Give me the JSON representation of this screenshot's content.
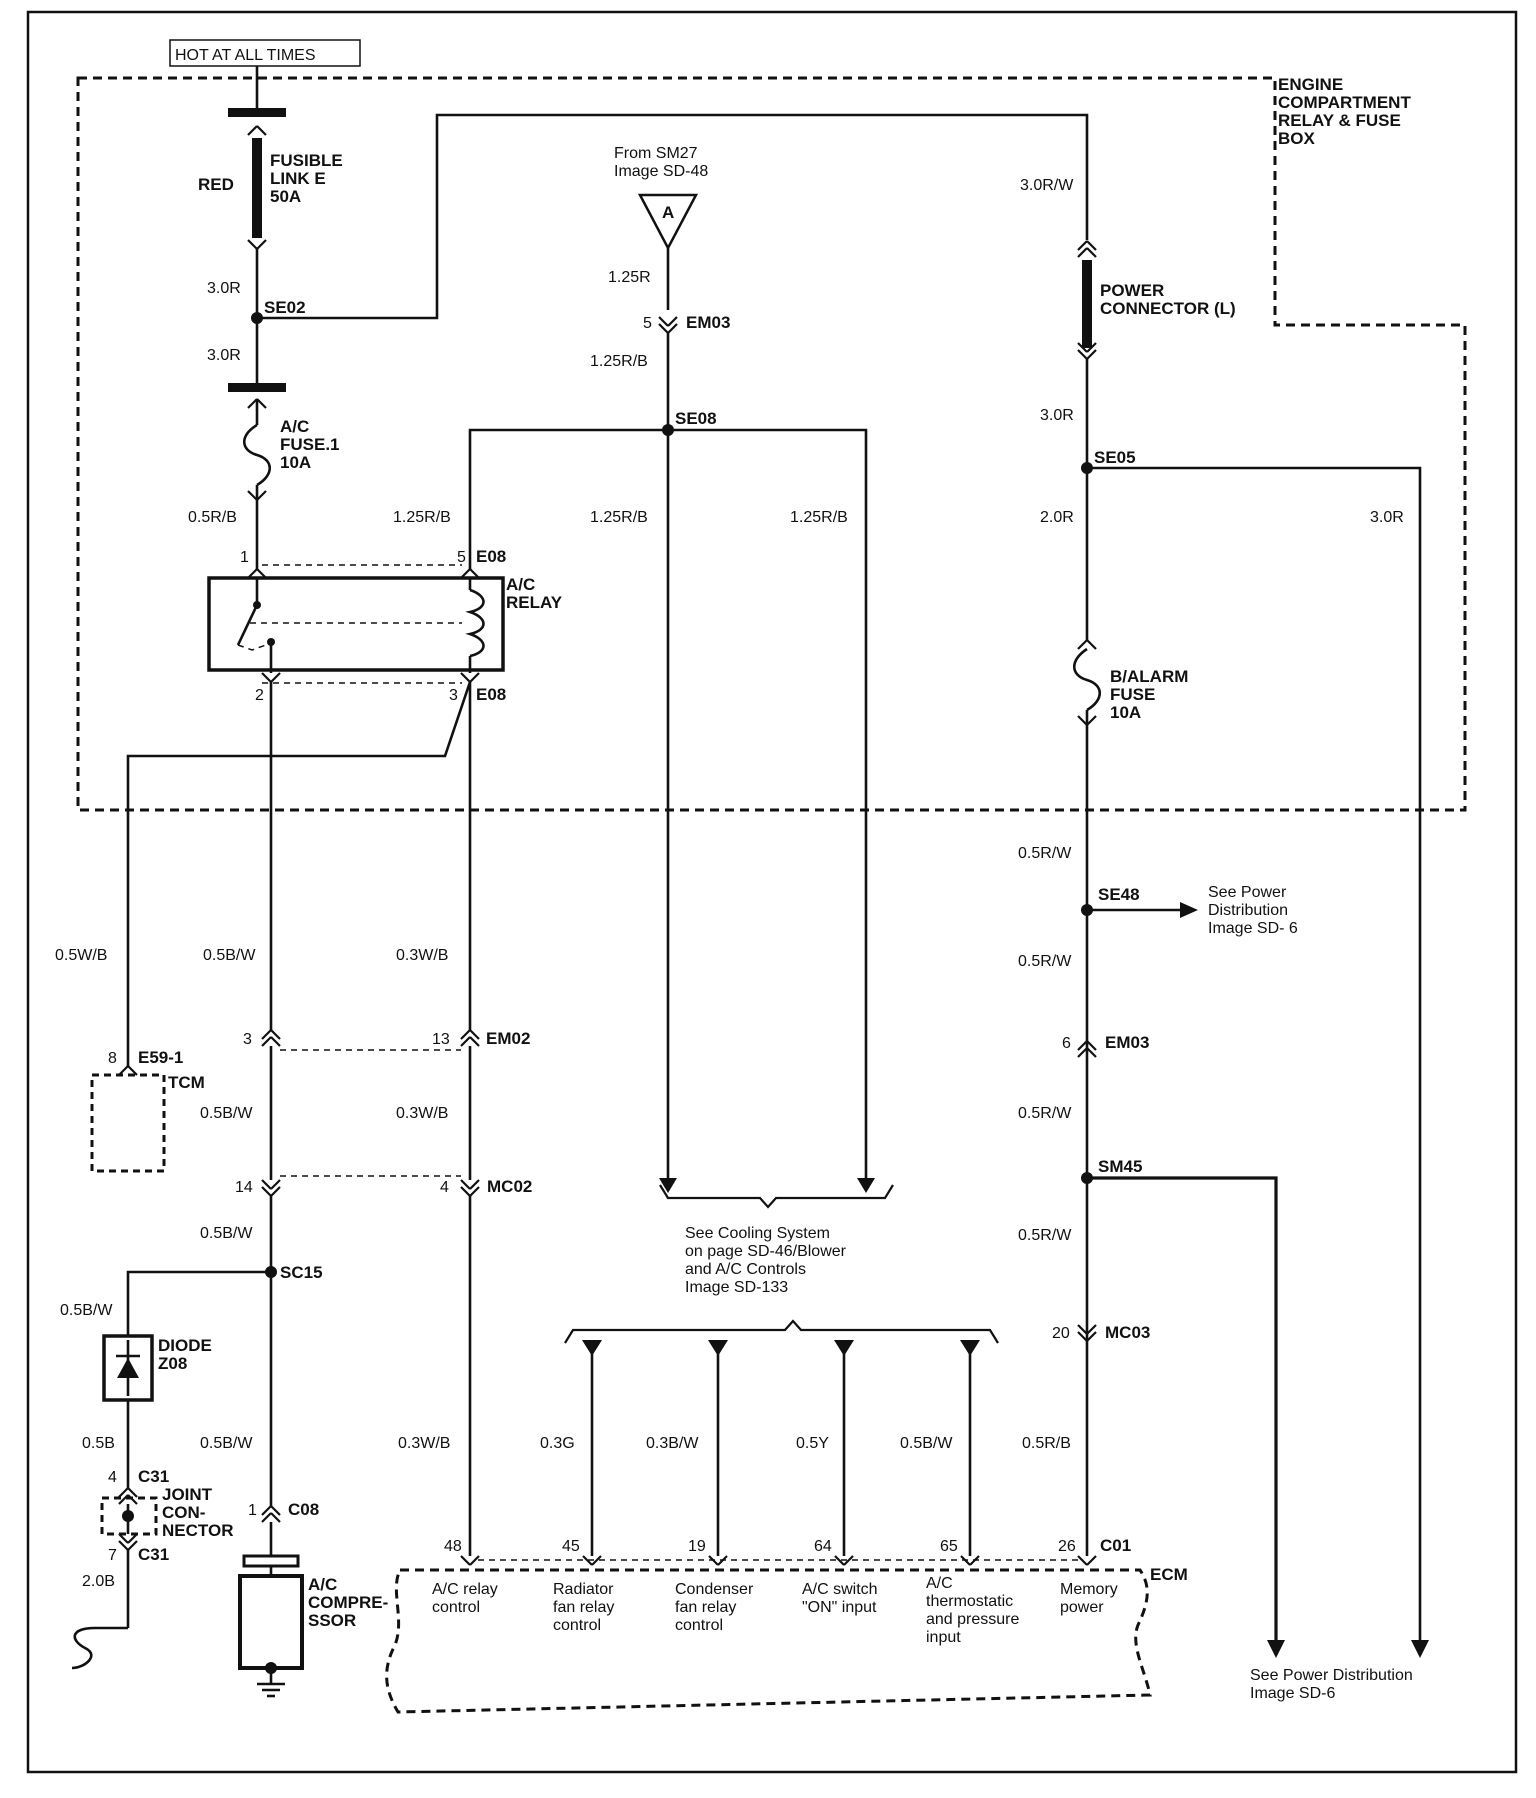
{
  "header": {
    "hot_label": "HOT AT ALL TIMES"
  },
  "engine_box": {
    "line1": "ENGINE",
    "line2": "COMPARTMENT",
    "line3": "RELAY & FUSE",
    "line4": "BOX"
  },
  "fusible_link": {
    "line1": "FUSIBLE",
    "line2": "LINK E",
    "line3": "50A",
    "wire_color": "RED"
  },
  "ac_fuse": {
    "line1": "A/C",
    "line2": "FUSE.1",
    "line3": "10A"
  },
  "alarm_fuse": {
    "line1": "B/ALARM",
    "line2": "FUSE",
    "line3": "10A"
  },
  "power_connector": {
    "line1": "POWER",
    "line2": "CONNECTOR (L)"
  },
  "relay": {
    "line1": "A/C",
    "line2": "RELAY",
    "pin1": "1",
    "pin2": "2",
    "pin3": "3",
    "pin5": "5",
    "conn_top": "E08",
    "conn_bottom": "E08"
  },
  "from_ref": {
    "line1": "From SM27",
    "line2": "Image  SD-48",
    "marker": "A"
  },
  "splices": {
    "se02": "SE02",
    "se08": "SE08",
    "se05": "SE05",
    "se48": "SE48",
    "sm45": "SM45",
    "sc15": "SC15"
  },
  "connectors": {
    "em03_top": "EM03",
    "em03_top_pin": "5",
    "em02": "EM02",
    "em02_pin_a": "3",
    "em02_pin_b": "13",
    "em03_right": "EM03",
    "em03_right_pin": "6",
    "mc02": "MC02",
    "mc02_pin_a": "14",
    "mc02_pin_b": "4",
    "mc03": "MC03",
    "mc03_pin": "20",
    "e59": "E59-1",
    "e59_pin": "8",
    "c31_top": "C31",
    "c31_top_pin": "4",
    "c31_bottom": "C31",
    "c31_bottom_pin": "7",
    "c08": "C08",
    "c08_pin": "1",
    "c01": "C01"
  },
  "wires": {
    "w_30r_a": "3.0R",
    "w_30r_b": "3.0R",
    "w_30rw": "3.0R/W",
    "w_125r": "1.25R",
    "w_125rb_top": "1.25R/B",
    "w_05rb": "0.5R/B",
    "w_125rb_left": "1.25R/B",
    "w_125rb_mid": "1.25R/B",
    "w_125rb_right": "1.25R/B",
    "w_30r_c": "3.0R",
    "w_20r": "2.0R",
    "w_30r_far": "3.0R",
    "w_05rw_1": "0.5R/W",
    "w_05rw_2": "0.5R/W",
    "w_05rw_3": "0.5R/W",
    "w_05rw_4": "0.5R/W",
    "w_05wb": "0.5W/B",
    "w_05bw_1": "0.5B/W",
    "w_03wb_1": "0.3W/B",
    "w_05bw_2": "0.5B/W",
    "w_03wb_2": "0.3W/B",
    "w_05bw_3": "0.5B/W",
    "w_05bw_4": "0.5B/W",
    "w_05bw_5": "0.5B/W",
    "w_05b": "0.5B",
    "w_20b": "2.0B",
    "w_03wb_3": "0.3W/B",
    "w_03g": "0.3G",
    "w_03bw": "0.3B/W",
    "w_05y": "0.5Y",
    "w_05bw_6": "0.5B/W",
    "w_05rb_ecm": "0.5R/B"
  },
  "tcm": "TCM",
  "diode": {
    "line1": "DIODE",
    "line2": "Z08"
  },
  "joint": {
    "line1": "JOINT",
    "line2": "CON-",
    "line3": "NECTOR"
  },
  "compressor": {
    "line1": "A/C",
    "line2": "COMPRE-",
    "line3": "SSOR"
  },
  "see_power_1": {
    "line1": "See Power",
    "line2": "Distribution",
    "line3": "Image SD- 6"
  },
  "see_cooling": {
    "line1": "See Cooling System",
    "line2": "on page SD-46/Blower",
    "line3": "and A/C Controls",
    "line4": "Image SD-133"
  },
  "see_power_2": {
    "line1": "See Power Distribution",
    "line2": "Image SD-6"
  },
  "ecm": {
    "label": "ECM",
    "pins": [
      "48",
      "45",
      "19",
      "64",
      "65",
      "26"
    ],
    "funcs": [
      {
        "l1": "A/C relay",
        "l2": "control",
        "l3": ""
      },
      {
        "l1": "Radiator",
        "l2": "fan relay",
        "l3": "control"
      },
      {
        "l1": "Condenser",
        "l2": "fan relay",
        "l3": "control"
      },
      {
        "l1": "A/C switch",
        "l2": "\"ON\" input",
        "l3": ""
      },
      {
        "l1": "A/C",
        "l2": "thermostatic",
        "l3": "and pressure",
        "l4": "input"
      },
      {
        "l1": "Memory",
        "l2": "power",
        "l3": ""
      }
    ]
  }
}
